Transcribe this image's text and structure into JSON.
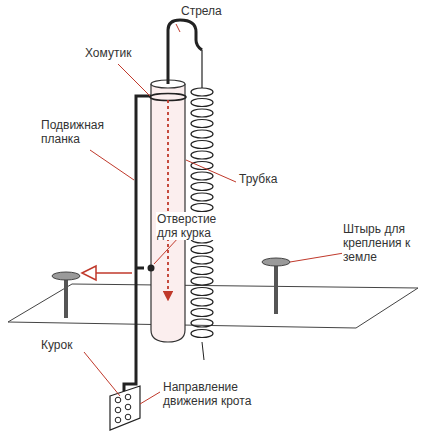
{
  "diagram": {
    "labels": [
      "Стрела",
      "Хомутик",
      "Подвижная планка",
      "Трубка",
      "Отверстие для курка",
      "Штырь для крепления к земле",
      "Курок",
      "Направление движения крота"
    ]
  }
}
